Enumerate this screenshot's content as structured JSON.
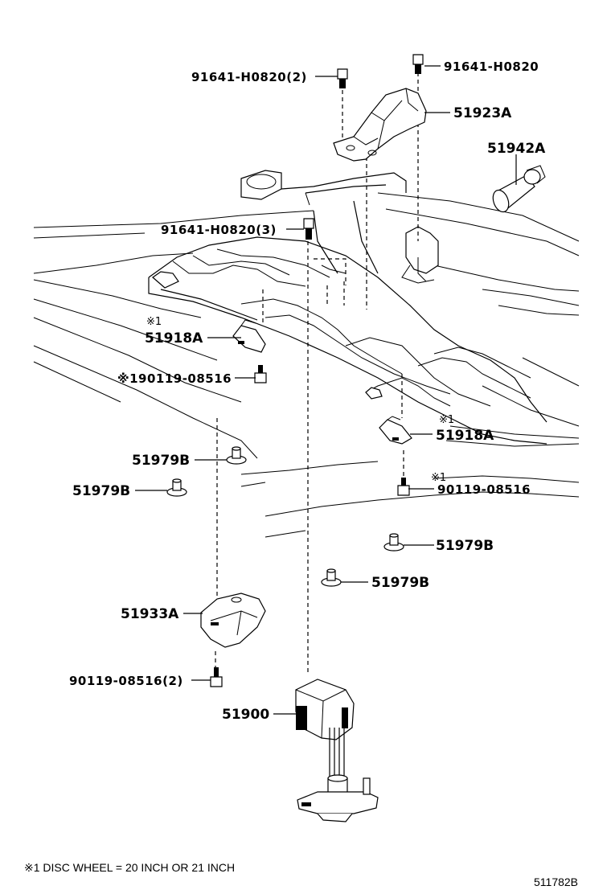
{
  "labels": {
    "p91641_h0820_2": "91641-H0820(2)",
    "p91641_h0820_top": "91641-H0820",
    "p51923a": "51923A",
    "p51942a": "51942A",
    "p91641_h0820_3": "91641-H0820(3)",
    "mark_51918a_left": "※1",
    "p51918a_left": "51918A",
    "p90119_08516_left": "※190119-08516",
    "mark_51918a_right": "※1",
    "p51918a_right": "51918A",
    "p51979b_1": "51979B",
    "p51979b_2": "51979B",
    "mark_90119_right": "※1",
    "p90119_08516_right": "90119-08516",
    "p51979b_3": "51979B",
    "p51979b_4": "51979B",
    "p51933a": "51933A",
    "p90119_08516_2": "90119-08516(2)",
    "p51900": "51900"
  },
  "footnote": "※1 DISC WHEEL = 20 INCH OR 21 INCH",
  "diagram_id": "511782B"
}
